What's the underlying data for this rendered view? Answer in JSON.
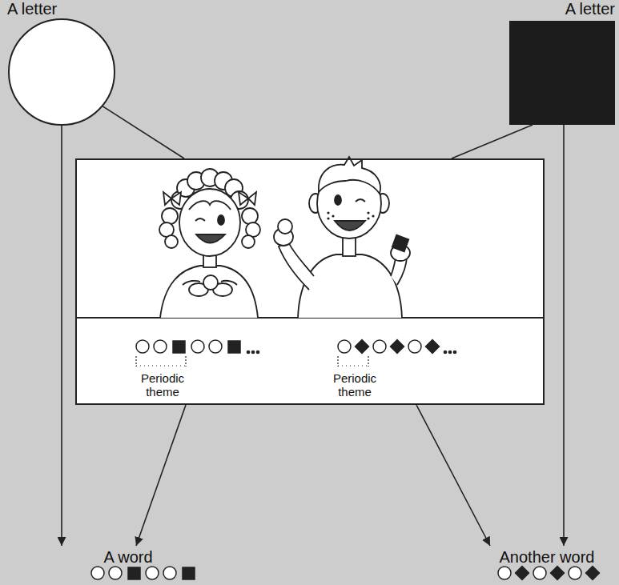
{
  "diagram": {
    "nodes": [
      {
        "text": [
          "A letter"
        ]
      },
      {
        "text": [
          "A letter"
        ]
      },
      {
        "text": [
          "Periodic theme",
          "Periodic theme"
        ]
      },
      {
        "text": [
          "A word"
        ]
      },
      {
        "text": [
          "Another word"
        ]
      }
    ],
    "edges": [
      {
        "from": 0,
        "to": 2,
        "arrow": "none"
      },
      {
        "from": 1,
        "to": 2,
        "arrow": "none"
      },
      {
        "from": 0,
        "to": 3,
        "arrow": "to"
      },
      {
        "from": 1,
        "to": 4,
        "arrow": "to"
      },
      {
        "from": 2,
        "to": 3,
        "arrow": "to"
      },
      {
        "from": 2,
        "to": 4,
        "arrow": "to"
      }
    ]
  }
}
